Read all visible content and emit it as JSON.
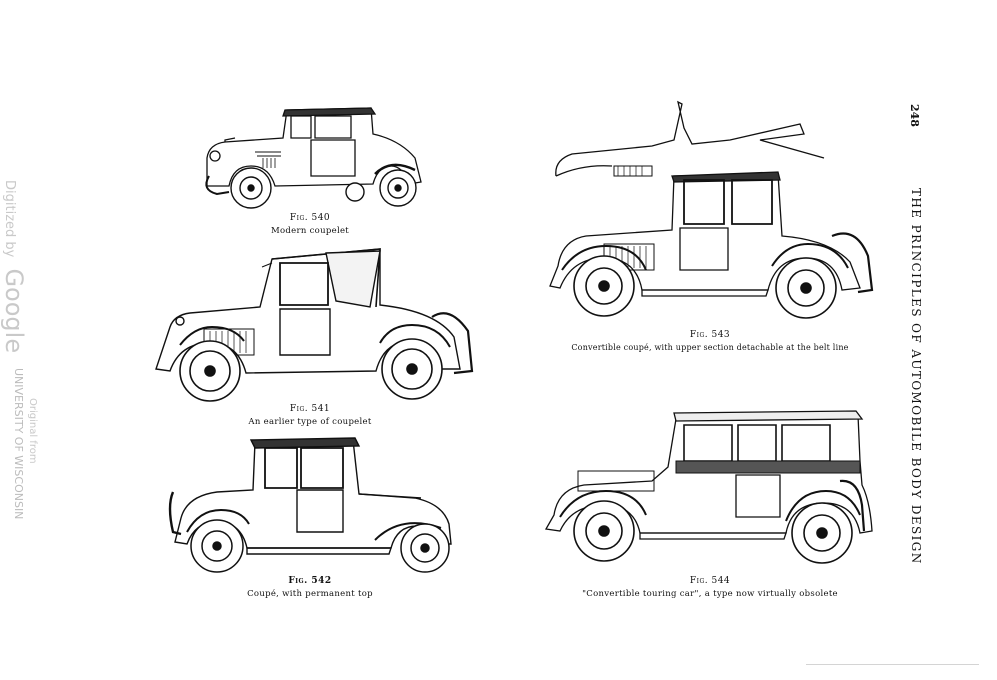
{
  "page": {
    "running_head": "THE PRINCIPLES OF AUTOMOBILE BODY DESIGN",
    "page_number": "248"
  },
  "watermark": {
    "digitized_by": "Digitized by",
    "google": "Google",
    "original_from": "Original from",
    "university": "UNIVERSITY OF WISCONSIN"
  },
  "figures": [
    {
      "number": "Fig. 540",
      "caption": "Modern coupelet"
    },
    {
      "number": "Fig. 541",
      "caption": "An earlier type of coupelet"
    },
    {
      "number": "Fig. 542",
      "caption": "Coupé, with permanent top"
    },
    {
      "number": "Fig. 543",
      "caption": "Convertible coupé, with upper section detachable at the belt line"
    },
    {
      "number": "Fig. 544",
      "caption": "\"Convertible touring car\", a type now virtually obsolete"
    }
  ]
}
